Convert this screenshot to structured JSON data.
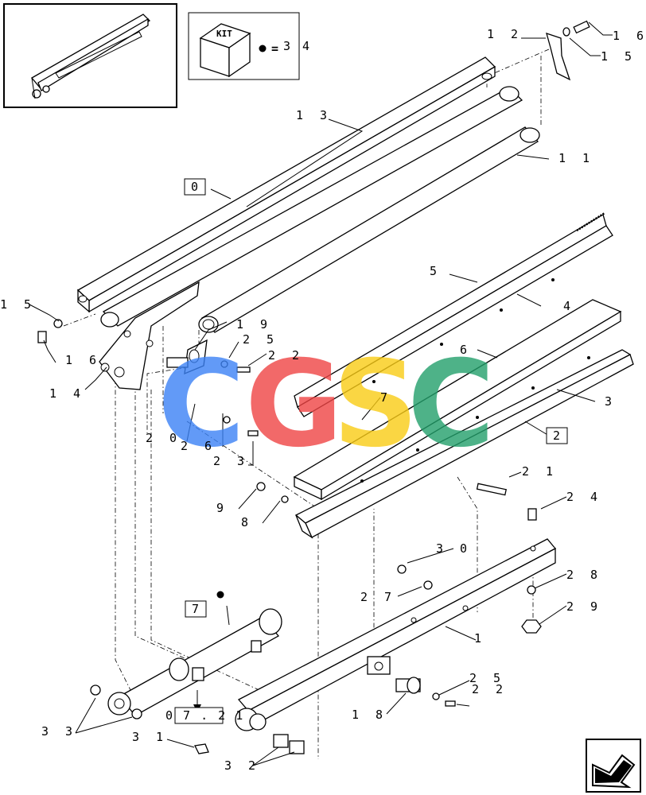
{
  "kit": {
    "label": "KIT",
    "equals": "=",
    "number": "3 4"
  },
  "ref_boxes": {
    "box0": "0",
    "box2": "2",
    "box7": "7"
  },
  "ref_page": "0 7 . 2 1",
  "labels": {
    "l1": "1",
    "l3": "3",
    "l4": "4",
    "l5": "5",
    "l6": "6",
    "l7": "7",
    "l8": "8",
    "l9": "9",
    "l11": "1 1",
    "l12": "1 2",
    "l13": "1 3",
    "l14": "1 4",
    "l15a": "1 5",
    "l15b": "1 5",
    "l16a": "1 6",
    "l16b": "1 6",
    "l18": "1 8",
    "l19": "1 9",
    "l20": "2 0",
    "l21": "2 1",
    "l22a": "2 2",
    "l22b": "2 2",
    "l23": "2 3",
    "l24": "2 4",
    "l25a": "2 5",
    "l25b": "2 5",
    "l26": "2 6",
    "l27": "2 7",
    "l28": "2 8",
    "l29": "2 9",
    "l30": "3 0",
    "l31": "3 1",
    "l32": "3 2",
    "l33": "3 3"
  },
  "watermark": {
    "letters": [
      "C",
      "G",
      "S",
      "C"
    ],
    "colors": [
      "#3b82f6",
      "#ef4444",
      "#facc15",
      "#22a06b"
    ]
  }
}
